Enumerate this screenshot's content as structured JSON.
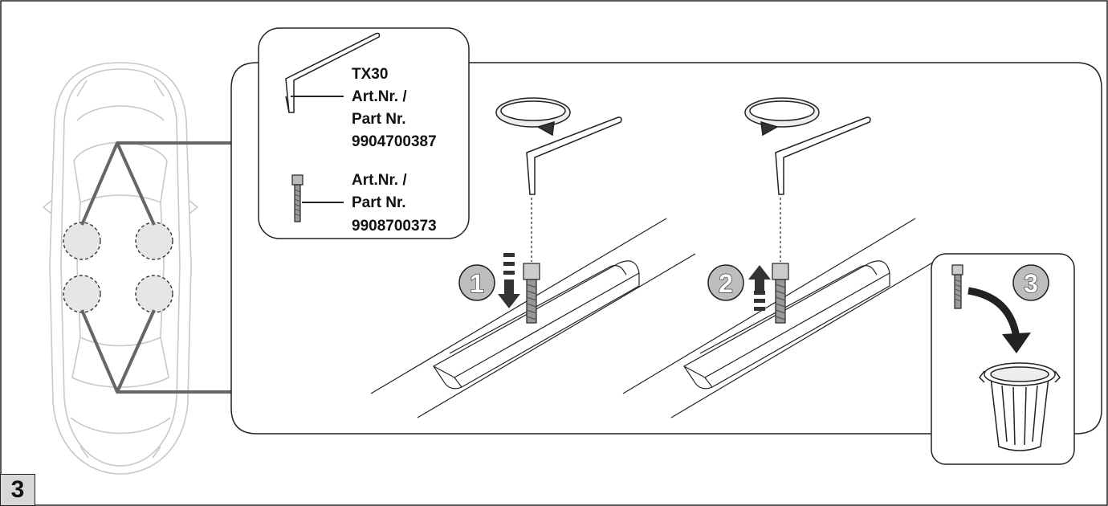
{
  "figure_step": "3",
  "tool": {
    "name": "TX30",
    "art_label": "Art.Nr. /",
    "part_label": "Part Nr.",
    "number": "9904700387"
  },
  "screw": {
    "art_label": "Art.Nr. /",
    "part_label": "Part Nr.",
    "number": "9908700373"
  },
  "steps": [
    "1",
    "2",
    "3"
  ],
  "colors": {
    "line": "#222222",
    "car_outline": "#c8c8c8",
    "highlight_fill": "#e6e6e6",
    "step_circle": "#bdbdbd",
    "callout_line": "#666666"
  },
  "icons": {
    "tool": "torx-key-icon",
    "screw": "screw-icon",
    "rotate_ccw": "rotate-counterclockwise-icon",
    "rotate_cw": "rotate-clockwise-icon",
    "arrow_down": "arrow-down-icon",
    "arrow_up": "arrow-up-icon",
    "trash": "trash-bin-icon"
  }
}
